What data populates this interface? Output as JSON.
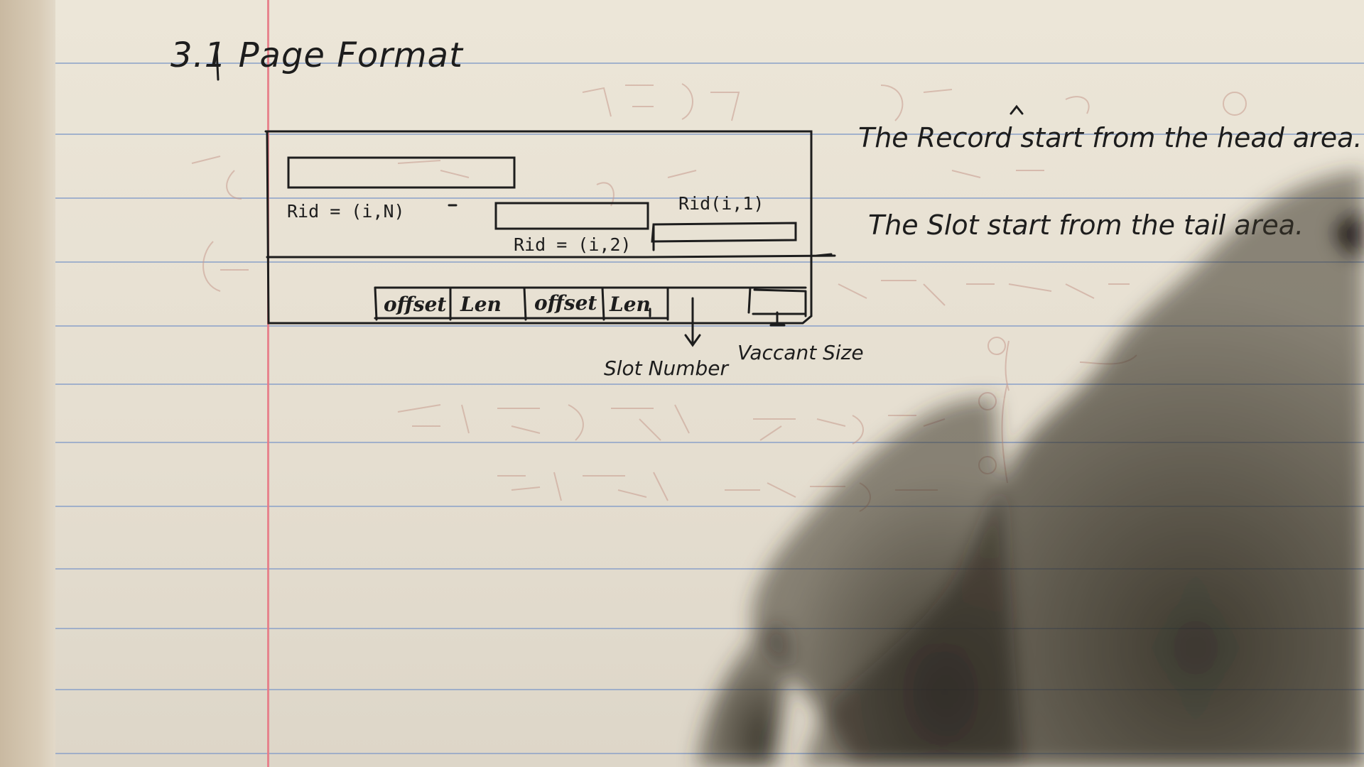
{
  "notebook": {
    "section_heading": "3.1 Page Format",
    "notes": {
      "record_note": "The Record start from the head area.",
      "slot_note": "The Slot start from the tail area."
    },
    "diagram": {
      "rid_labels": {
        "rid_n": "Rid = (i,N)",
        "rid_1": "Rid(i,1)",
        "rid_2": "Rid = (i,2)"
      },
      "slot_directory": {
        "cells": [
          "offset",
          "Len",
          "offset",
          "Len"
        ]
      },
      "annotations": {
        "slot_number": "Slot Number",
        "vacant_size": "Vaccant Size"
      }
    }
  }
}
